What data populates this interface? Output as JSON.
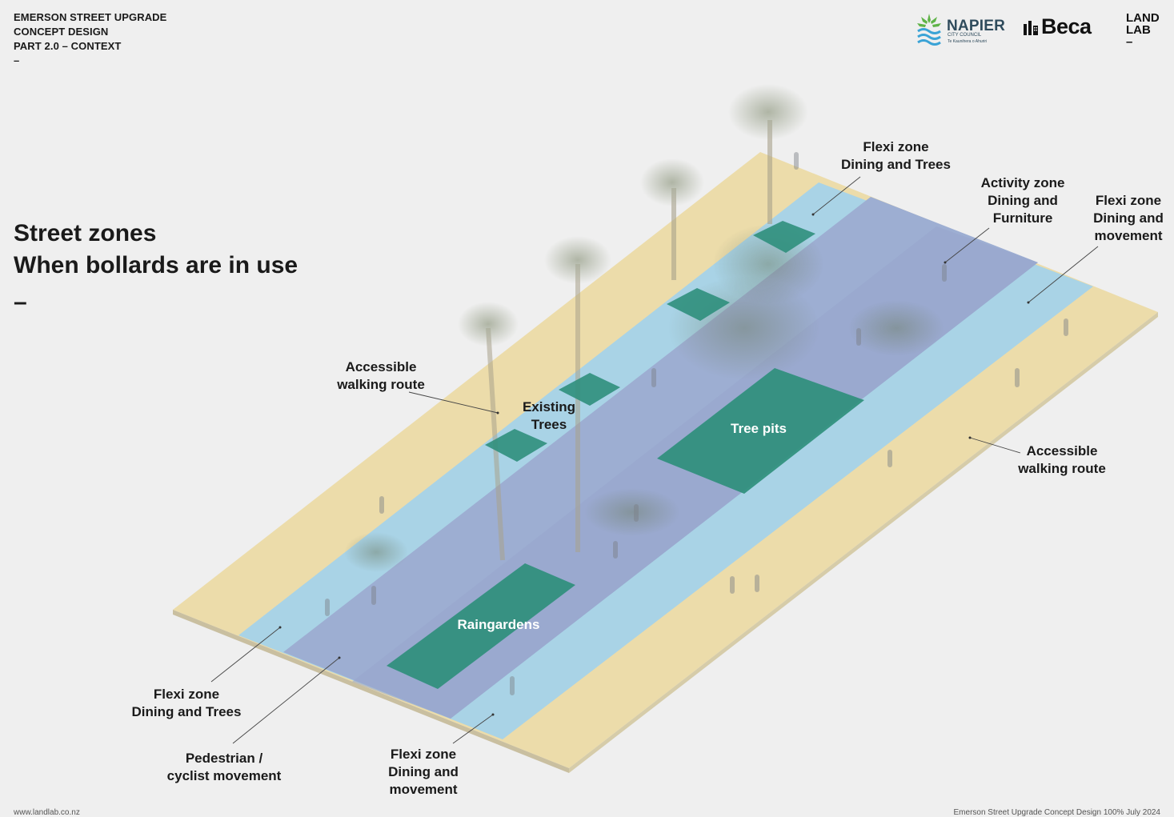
{
  "header": {
    "line1": "EMERSON STREET UPGRADE",
    "line2": "CONCEPT DESIGN",
    "line3": "PART 2.0 – CONTEXT",
    "dash": "–"
  },
  "heading": {
    "line1": "Street zones",
    "line2": "When bollards are in use",
    "dash": "–"
  },
  "logos": {
    "napier_wordmark": "NAPIER",
    "napier_sub1": "CITY COUNCIL",
    "napier_sub2": "Te Kaunihera o Ahuriri",
    "beca_wordmark": "Beca",
    "landlab_line1": "LAND",
    "landlab_line2": "LAB",
    "landlab_dash": "–"
  },
  "labels": {
    "flexi_top": [
      "Flexi zone",
      "Dining and Trees"
    ],
    "activity_zone": [
      "Activity zone",
      "Dining and",
      "Furniture"
    ],
    "flexi_right": [
      "Flexi zone",
      "Dining and",
      "movement"
    ],
    "accessible_left": [
      "Accessible",
      "walking route"
    ],
    "existing_trees": [
      "Existing",
      "Trees"
    ],
    "tree_pits": "Tree pits",
    "accessible_right": [
      "Accessible",
      "walking route"
    ],
    "raingardens": "Raingardens",
    "flexi_bottom_left": [
      "Flexi zone",
      "Dining and Trees"
    ],
    "pedestrian": [
      "Pedestrian /",
      "cyclist movement"
    ],
    "flexi_bottom_center": [
      "Flexi zone",
      "Dining and",
      "movement"
    ]
  },
  "colors": {
    "walking_route": "#ecdcaa",
    "flexi_zone": "#a9d3e6",
    "movement_zone": "#9daed2",
    "planting": "#2f8f7c",
    "background": "#efefef"
  },
  "footer": {
    "left": "www.landlab.co.nz",
    "right": "Emerson Street Upgrade   Concept Design 100%   July 2024"
  }
}
